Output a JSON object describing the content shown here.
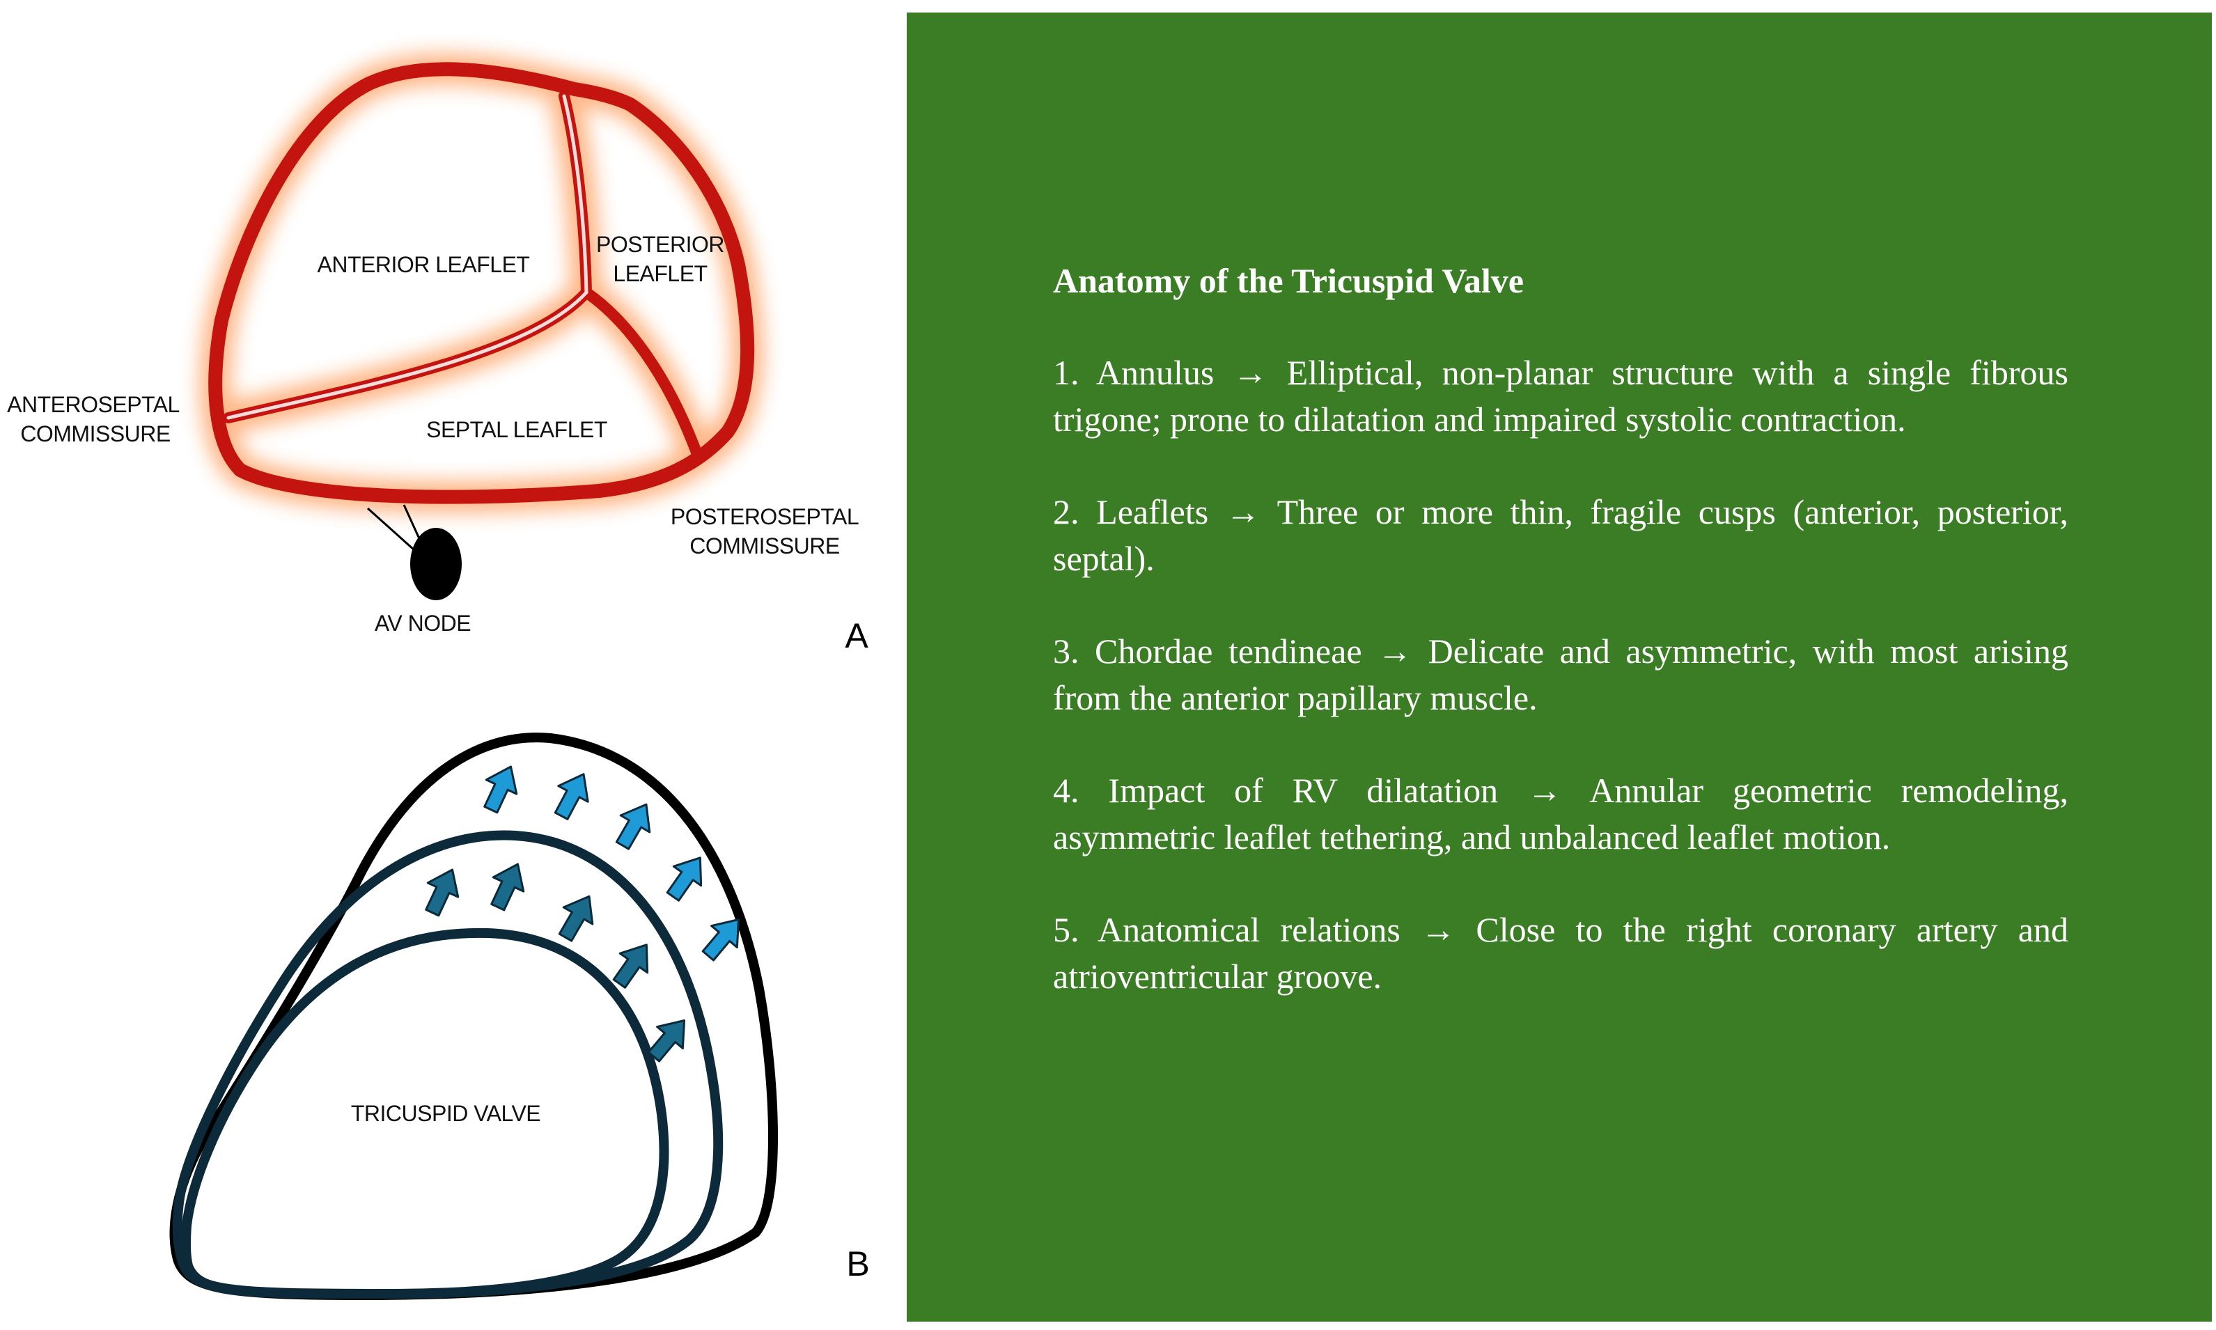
{
  "panel_a": {
    "labels": {
      "anterior_leaflet": "ANTERIOR LEAFLET",
      "posterior_leaflet_line1": "POSTERIOR",
      "posterior_leaflet_line2": "LEAFLET",
      "septal_leaflet": "SEPTAL LEAFLET",
      "anteroseptal_line1": "ANTEROSEPTAL",
      "anteroseptal_line2": "COMMISSURE",
      "posteroseptal_line1": "POSTEROSEPTAL",
      "posteroseptal_line2": "COMMISSURE",
      "av_node": "AV NODE"
    },
    "panel_letter": "A",
    "colors": {
      "annulus": "#c4140f",
      "glow": "#ff7a22"
    }
  },
  "panel_b": {
    "label": "TRICUSPID VALVE",
    "panel_letter": "B",
    "colors": {
      "outer_outline": "#000000",
      "inner_outline": "#0d2a3a",
      "arrow_outer": "#1e9ad6",
      "arrow_inner": "#1a6a8c"
    }
  },
  "info": {
    "title": "Anatomy of the Tricuspid Valve",
    "items": [
      "1. Annulus → Elliptical, non-planar structure with a single fibrous trigone; prone to dilatation and impaired systolic contraction.",
      "2. Leaflets → Three or more thin, fragile cusps (anterior, posterior, septal).",
      "3. Chordae tendineae → Delicate and asymmetric, with most arising from the anterior papillary muscle.",
      "4. Impact of RV dilatation → Annular geometric remodeling, asymmetric leaflet tethering, and unbalanced leaflet motion.",
      "5. Anatomical relations → Close to the right coronary artery and atrioventricular groove."
    ],
    "background_color": "#3b7d24"
  }
}
